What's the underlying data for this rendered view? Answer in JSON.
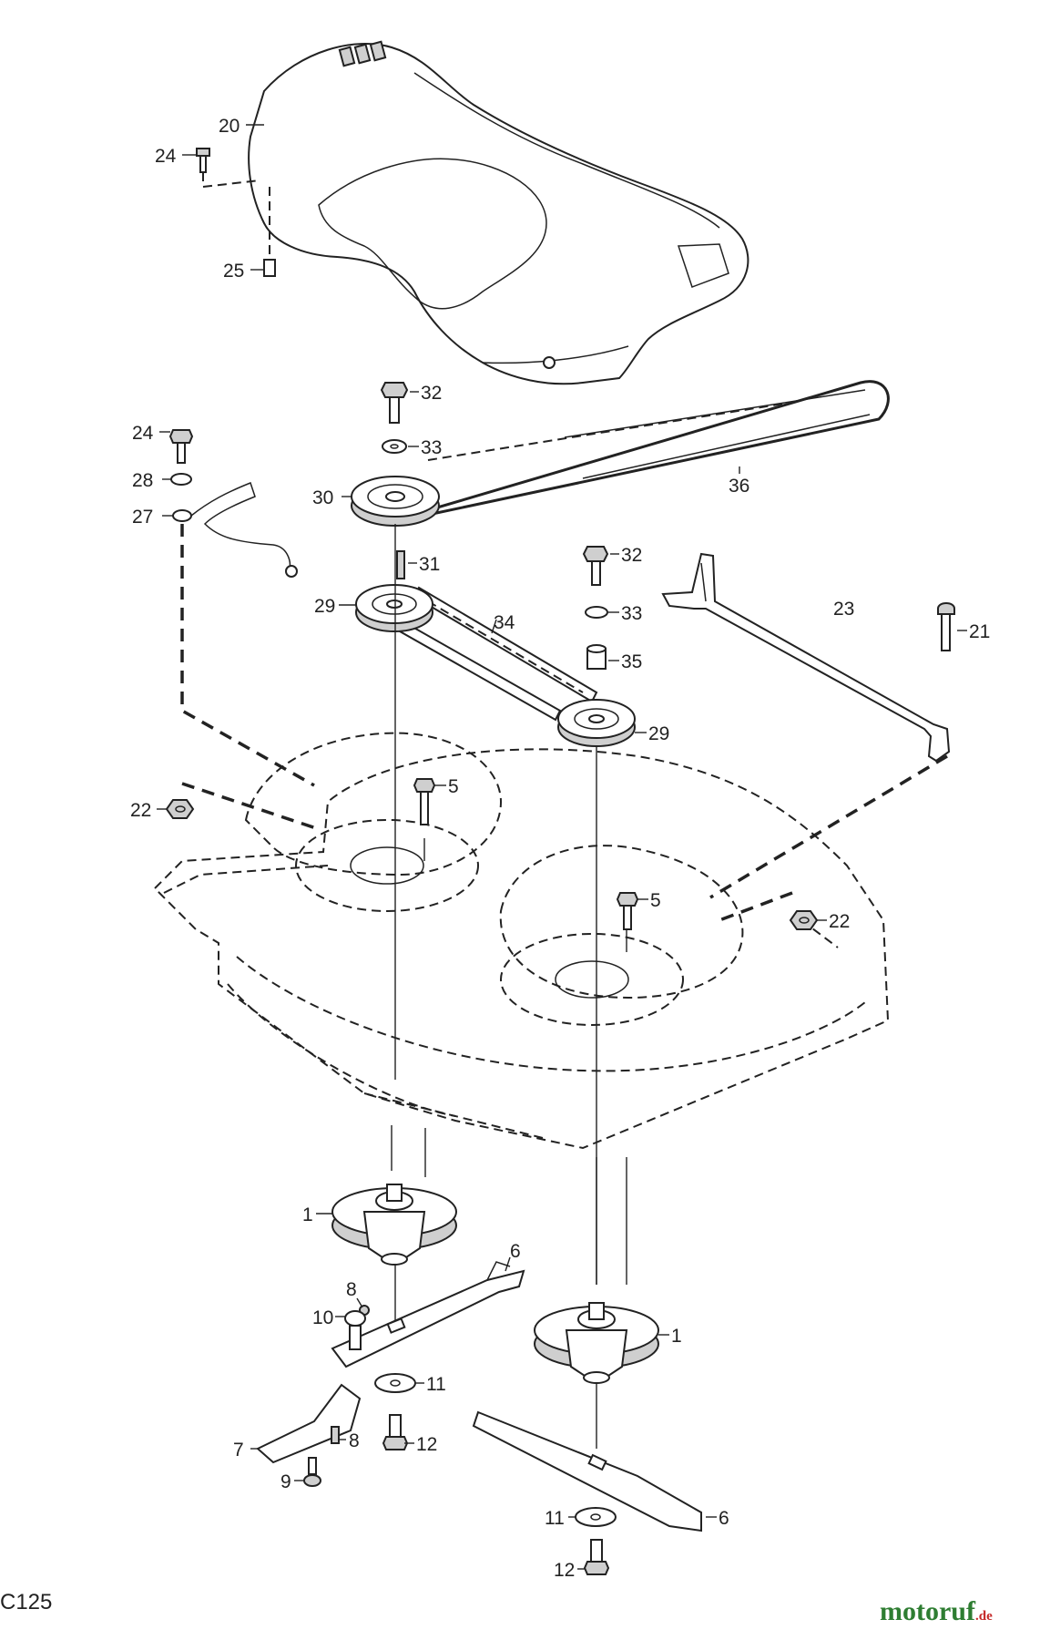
{
  "figure": {
    "model_code": "C125",
    "watermark": {
      "main": "motoruf",
      "tld": ".de"
    },
    "callouts": {
      "c20": "20",
      "c24a": "24",
      "c25": "25",
      "c32a": "32",
      "c33a": "33",
      "c24b": "24",
      "c28": "28",
      "c30": "30",
      "c36": "36",
      "c27": "27",
      "c31": "31",
      "c32b": "32",
      "c29a": "29",
      "c34": "34",
      "c33b": "33",
      "c23": "23",
      "c21": "21",
      "c35": "35",
      "c29b": "29",
      "c22a": "22",
      "c5a": "5",
      "c5b": "5",
      "c22b": "22",
      "c1a": "1",
      "c6a": "6",
      "c8a": "8",
      "c10": "10",
      "c1b": "1",
      "c11a": "11",
      "c7": "7",
      "c12a": "12",
      "c8b": "8",
      "c9": "9",
      "c11b": "11",
      "c6b": "6",
      "c12b": "12"
    }
  }
}
